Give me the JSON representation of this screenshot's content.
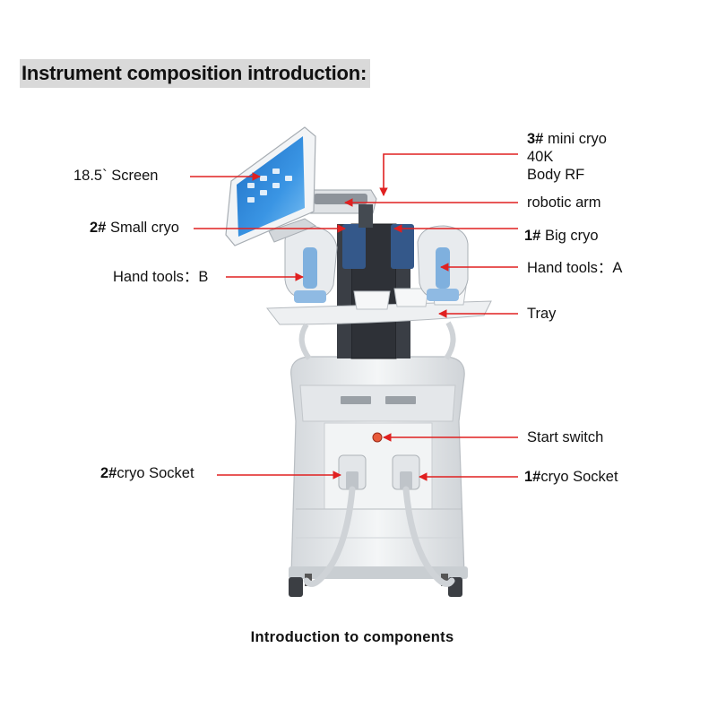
{
  "heading": "Instrument composition introduction:",
  "caption": "Introduction to components",
  "labels": {
    "screen": "18.5` Screen",
    "mini_cryo_num": "3#",
    "mini_cryo_text": " mini cryo",
    "mini_40k": "40K",
    "mini_body_rf": "Body RF",
    "robotic_arm": "robotic arm",
    "small_cryo_num": "2#",
    "small_cryo_text": " Small cryo",
    "big_cryo_num": "1#",
    "big_cryo_text": " Big cryo",
    "hand_tools_b": "Hand tools：B",
    "hand_tools_a": "Hand tools：A",
    "tray": "Tray",
    "start_switch": "Start switch",
    "socket2_num": "2#",
    "socket2_text": "cryo Socket",
    "socket1_num": "1#",
    "socket1_text": "cryo Socket"
  },
  "colors": {
    "arrow": "#e02020",
    "screen": "#2f86d8",
    "body": "#eef0f2",
    "handle_blue": "#7fb0de",
    "panel_dark": "#2a2d33"
  }
}
